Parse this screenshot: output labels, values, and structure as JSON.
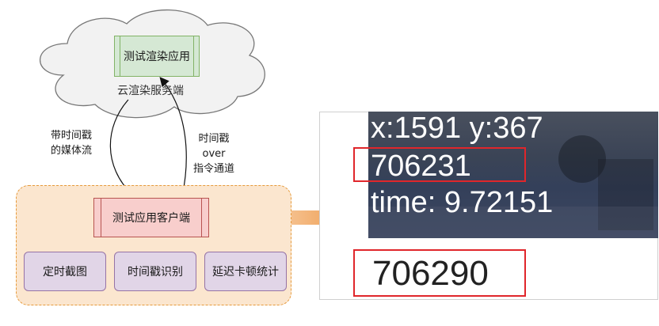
{
  "cloud": {
    "app_label": "测试渲染应用",
    "service_label": "云渲染服务端"
  },
  "arrows": {
    "down_label_line1": "带时间戳",
    "down_label_line2": "的媒体流",
    "up_label_line1": "时间戳",
    "up_label_line2": "over",
    "up_label_line3": "指令通道"
  },
  "client": {
    "app_label": "测试应用客户端",
    "modules": [
      {
        "label": "定时截图"
      },
      {
        "label": "时间戳识别"
      },
      {
        "label": "延迟卡顿统计"
      }
    ]
  },
  "screenshot": {
    "coord_line": "x:1591 y:367",
    "frame_timestamp": "706231",
    "time_line": "time: 9.72151",
    "local_timestamp": "706290"
  },
  "colors": {
    "cloud_fill": "#f2f2f2",
    "app_green": "#d5e8d4",
    "client_red": "#f8cecc",
    "module_purple": "#e1d5e7",
    "area_orange": "#fbe6cf",
    "highlight_red": "#e0262b",
    "arrow_orange": "#f0a050"
  }
}
